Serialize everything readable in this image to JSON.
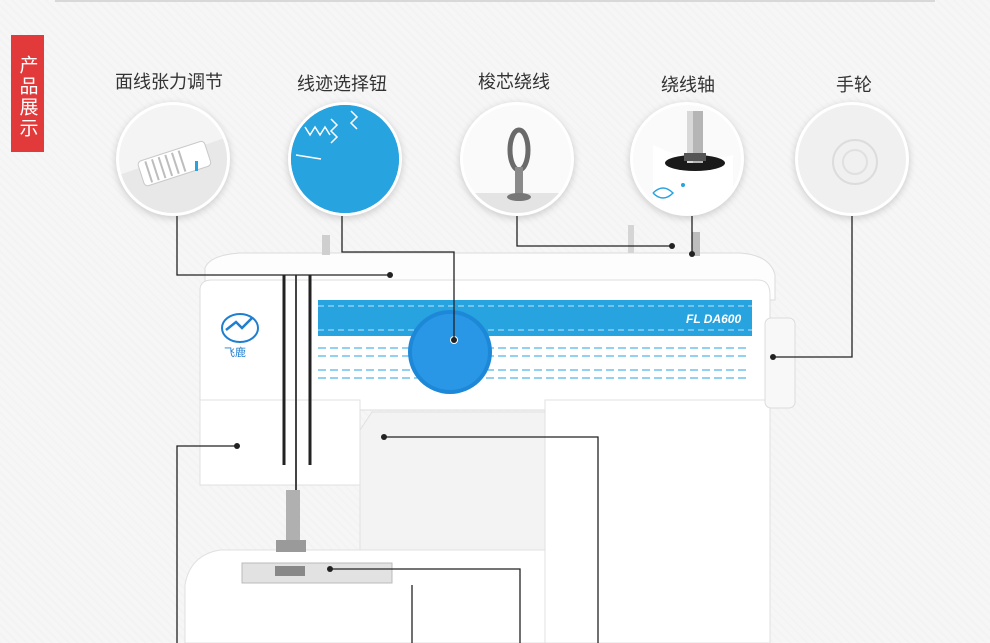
{
  "side_tag": "产品展示",
  "features": [
    {
      "label": "面线张力调节",
      "icon": "tension-dial-icon"
    },
    {
      "label": "线迹选择钮",
      "icon": "stitch-selector-icon"
    },
    {
      "label": "梭芯绕线",
      "icon": "bobbin-winder-icon"
    },
    {
      "label": "绕线轴",
      "icon": "spool-pin-icon"
    },
    {
      "label": "手轮",
      "icon": "handwheel-icon"
    }
  ],
  "machine": {
    "model": "FL DA600",
    "brand_logo_text": "飞鹿"
  },
  "colors": {
    "accent_red": "#e23a3a",
    "machine_blue": "#27a3e0",
    "dial_blue": "#1e88d8"
  }
}
